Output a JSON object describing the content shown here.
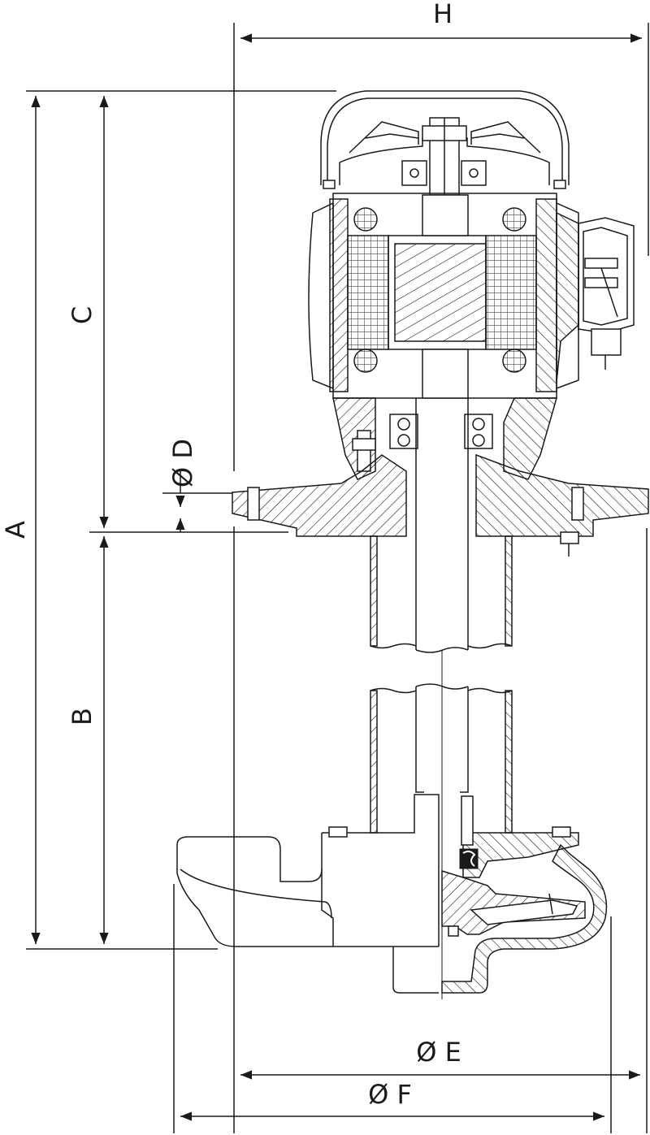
{
  "drawing": {
    "dimensions": {
      "A": "A",
      "B": "B",
      "C": "C",
      "D": "Ø D",
      "E": "Ø E",
      "F": "Ø F",
      "H": "H"
    },
    "colors": {
      "line": "#1a1a1a",
      "background": "#ffffff"
    }
  }
}
